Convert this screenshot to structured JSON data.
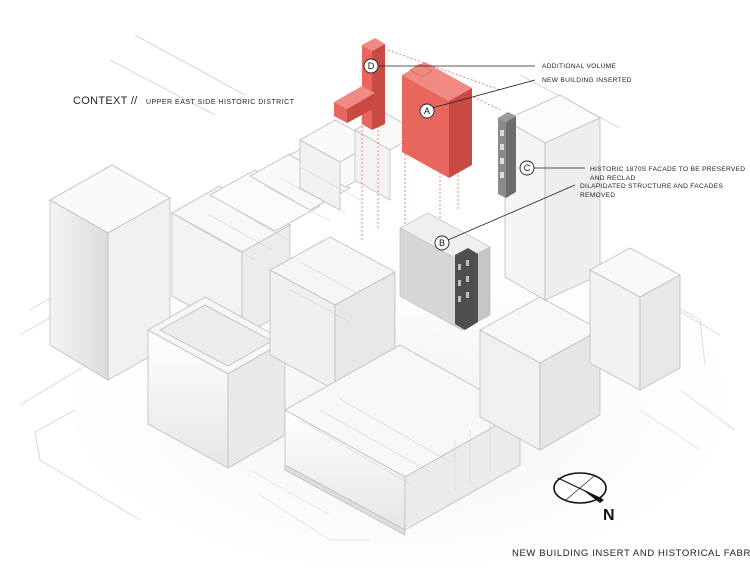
{
  "context": {
    "title": "CONTEXT //",
    "subtitle": "UPPER EAST SIDE HISTORIC DISTRICT"
  },
  "annotations": [
    {
      "marker": "D",
      "lines": [
        "ADDITIONAL VOLUME"
      ]
    },
    {
      "marker": "A",
      "lines": [
        "NEW BUILDING INSERTED"
      ]
    },
    {
      "marker": "C",
      "lines": [
        "HISTORIC 1870S FACADE TO BE PRESERVED",
        "AND RECLAD"
      ]
    },
    {
      "marker": "B",
      "lines": [
        "DILAPIDATED STRUCTURE AND FACADES",
        "REMOVED"
      ]
    }
  ],
  "compass": {
    "label": "N"
  },
  "caption": "NEW BUILDING INSERT AND HISTORICAL FABRIC",
  "colors": {
    "insert": "#e8665d",
    "insert_dark": "#c94a43",
    "facade": "#8a8a8a",
    "facade_dark": "#555555",
    "line": "#bdbdbd",
    "shadow": "#e4e4e4"
  }
}
